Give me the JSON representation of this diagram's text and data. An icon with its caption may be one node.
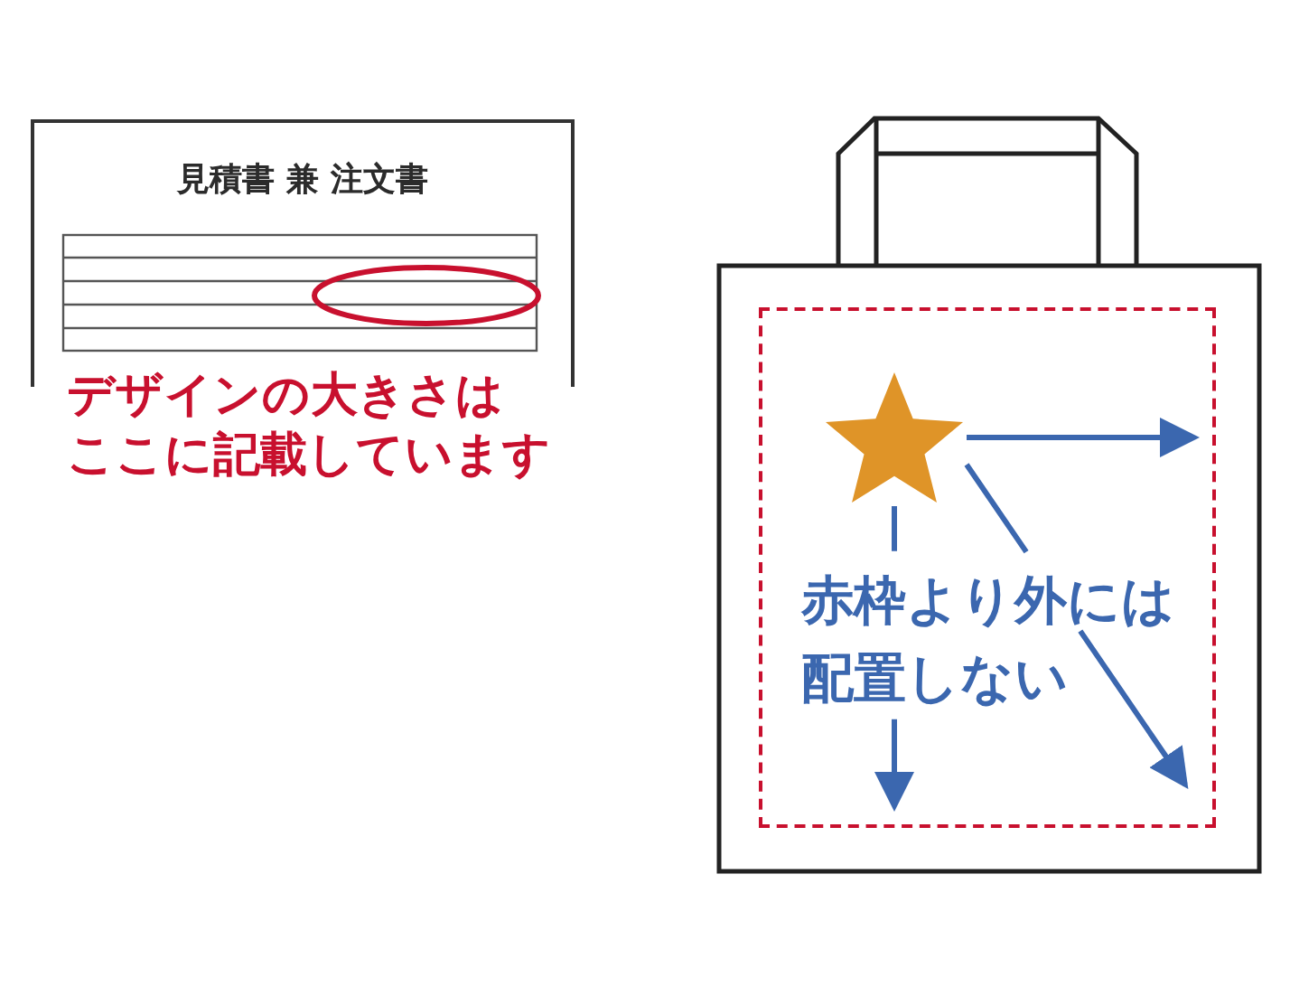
{
  "diagram": {
    "nodes": [
      {
        "text": [
          "見積書 兼 注文書"
        ]
      },
      {
        "text": [],
        "shape": "bag"
      },
      {
        "text": [
          "赤枠より外には配置しない"
        ],
        "in": 1
      },
      {
        "text": [],
        "shape": "star",
        "in": 2
      }
    ],
    "edges": [
      {
        "from": 3,
        "to": null,
        "arrow": "to"
      },
      {
        "from": 3,
        "to": null,
        "arrow": "to"
      },
      {
        "from": 3,
        "to": null,
        "arrow": "to"
      }
    ],
    "labels": [
      "デザインの大きさはここに記載しています"
    ]
  }
}
